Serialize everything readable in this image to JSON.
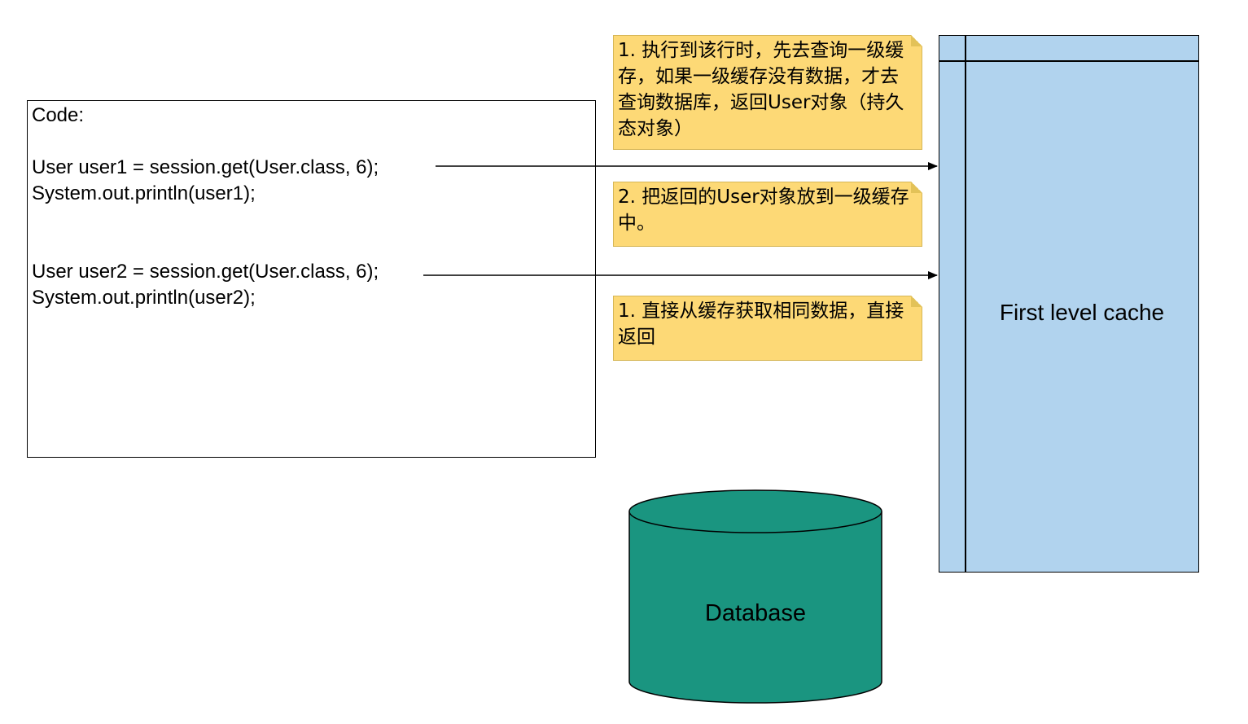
{
  "code_box": {
    "lines": [
      "Code:",
      "",
      "User user1 = session.get(User.class, 6);",
      "System.out.println(user1);",
      "",
      "",
      "User user2 = session.get(User.class, 6);",
      "System.out.println(user2);"
    ]
  },
  "notes": [
    {
      "text": "1. 执行到该行时，先去查询一级缓存，如果一级缓存没有数据，才去查询数据库，返回User对象（持久态对象）"
    },
    {
      "text": "2. 把返回的User对象放到一级缓存中。"
    },
    {
      "text": "1. 直接从缓存获取相同数据，直接返回"
    }
  ],
  "cache": {
    "label": "First level cache"
  },
  "database": {
    "label": "Database"
  },
  "colors": {
    "note_fill": "#fdd976",
    "note_border": "#d6b656",
    "cache_fill": "#b1d3ee",
    "database_fill": "#1a9580"
  }
}
